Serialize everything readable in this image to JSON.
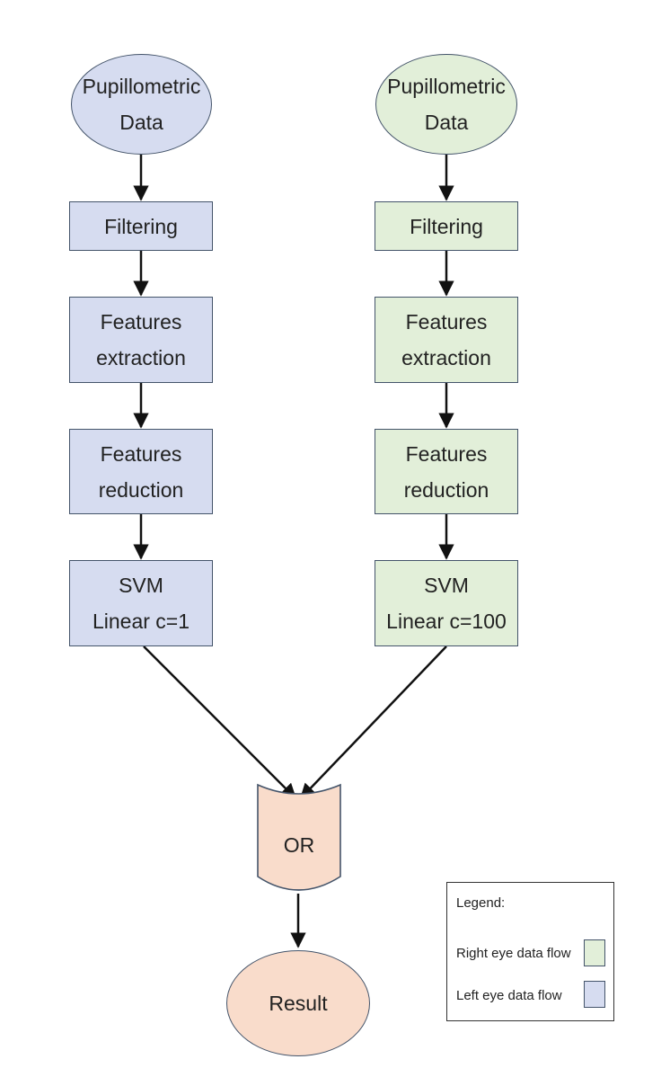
{
  "left": {
    "input": [
      "Pupillometric",
      "Data"
    ],
    "filtering": [
      "Filtering"
    ],
    "extraction": [
      "Features",
      "extraction"
    ],
    "reduction": [
      "Features",
      "reduction"
    ],
    "svm": [
      "SVM",
      "Linear c=1"
    ]
  },
  "right": {
    "input": [
      "Pupillometric",
      "Data"
    ],
    "filtering": [
      "Filtering"
    ],
    "extraction": [
      "Features",
      "extraction"
    ],
    "reduction": [
      "Features",
      "reduction"
    ],
    "svm": [
      "SVM",
      "Linear c=100"
    ]
  },
  "merge": {
    "label": "OR"
  },
  "result": {
    "label": "Result"
  },
  "legend": {
    "title": "Legend:",
    "right_eye": "Right eye data flow",
    "left_eye": "Left eye data flow"
  },
  "colors": {
    "left_fill": "#d6dcf0",
    "right_fill": "#e2efd9",
    "merge_fill": "#f9dccb",
    "border": "#44546a",
    "arrow": "#111111"
  }
}
